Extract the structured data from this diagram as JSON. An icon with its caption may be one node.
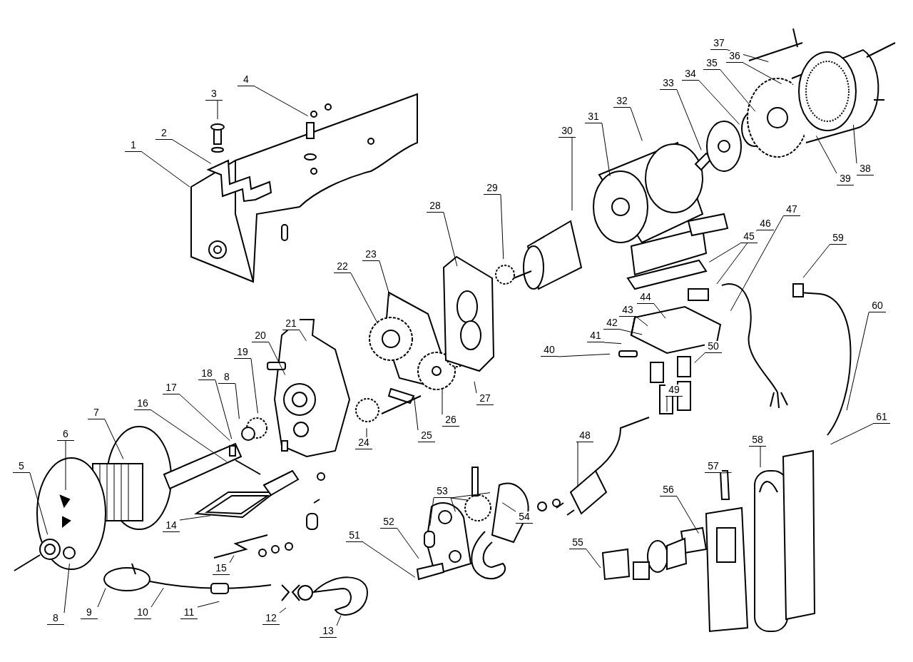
{
  "diagram": {
    "nodes": [
      {
        "text": [
          "1"
        ]
      },
      {
        "text": [
          "2"
        ]
      },
      {
        "text": [
          "3"
        ]
      },
      {
        "text": [
          "4"
        ]
      },
      {
        "text": [
          "5"
        ]
      },
      {
        "text": [
          "6"
        ]
      },
      {
        "text": [
          "7"
        ]
      },
      {
        "text": [
          "8"
        ]
      },
      {
        "text": [
          "8"
        ]
      },
      {
        "text": [
          "9"
        ]
      },
      {
        "text": [
          "10"
        ]
      },
      {
        "text": [
          "11"
        ]
      },
      {
        "text": [
          "12"
        ]
      },
      {
        "text": [
          "13"
        ]
      },
      {
        "text": [
          "14"
        ]
      },
      {
        "text": [
          "15"
        ]
      },
      {
        "text": [
          "16"
        ]
      },
      {
        "text": [
          "17"
        ]
      },
      {
        "text": [
          "18"
        ]
      },
      {
        "text": [
          "19"
        ]
      },
      {
        "text": [
          "20"
        ]
      },
      {
        "text": [
          "21"
        ]
      },
      {
        "text": [
          "22"
        ]
      },
      {
        "text": [
          "23"
        ]
      },
      {
        "text": [
          "24"
        ]
      },
      {
        "text": [
          "25"
        ]
      },
      {
        "text": [
          "26"
        ]
      },
      {
        "text": [
          "27"
        ]
      },
      {
        "text": [
          "28"
        ]
      },
      {
        "text": [
          "29"
        ]
      },
      {
        "text": [
          "30"
        ]
      },
      {
        "text": [
          "31"
        ]
      },
      {
        "text": [
          "32"
        ]
      },
      {
        "text": [
          "33"
        ]
      },
      {
        "text": [
          "34"
        ]
      },
      {
        "text": [
          "35"
        ]
      },
      {
        "text": [
          "36"
        ]
      },
      {
        "text": [
          "37"
        ]
      },
      {
        "text": [
          "38"
        ]
      },
      {
        "text": [
          "39"
        ]
      },
      {
        "text": [
          "40"
        ]
      },
      {
        "text": [
          "41"
        ]
      },
      {
        "text": [
          "42"
        ]
      },
      {
        "text": [
          "43"
        ]
      },
      {
        "text": [
          "44"
        ]
      },
      {
        "text": [
          "45"
        ]
      },
      {
        "text": [
          "46"
        ]
      },
      {
        "text": [
          "47"
        ]
      },
      {
        "text": [
          "48"
        ]
      },
      {
        "text": [
          "49"
        ]
      },
      {
        "text": [
          "50"
        ]
      },
      {
        "text": [
          "51"
        ]
      },
      {
        "text": [
          "52"
        ]
      },
      {
        "text": [
          "53"
        ]
      },
      {
        "text": [
          "54"
        ]
      },
      {
        "text": [
          "55"
        ]
      },
      {
        "text": [
          "56"
        ]
      },
      {
        "text": [
          "57"
        ]
      },
      {
        "text": [
          "58"
        ]
      },
      {
        "text": [
          "59"
        ]
      },
      {
        "text": [
          "60"
        ]
      },
      {
        "text": [
          "61"
        ]
      }
    ],
    "edges": [
      {
        "from": 0,
        "to": null,
        "arrow": "none"
      },
      {
        "from": 1,
        "to": null,
        "arrow": "none"
      },
      {
        "from": 2,
        "to": null,
        "arrow": "none"
      },
      {
        "from": 3,
        "to": null,
        "arrow": "none"
      },
      {
        "from": 4,
        "to": null,
        "arrow": "none"
      },
      {
        "from": 5,
        "to": null,
        "arrow": "none"
      },
      {
        "from": 6,
        "to": null,
        "arrow": "none"
      },
      {
        "from": 7,
        "to": null,
        "arrow": "none"
      },
      {
        "from": 8,
        "to": null,
        "arrow": "none"
      },
      {
        "from": 9,
        "to": null,
        "arrow": "none"
      },
      {
        "from": 10,
        "to": null,
        "arrow": "none"
      },
      {
        "from": 11,
        "to": null,
        "arrow": "none"
      },
      {
        "from": 12,
        "to": null,
        "arrow": "none"
      },
      {
        "from": 13,
        "to": null,
        "arrow": "none"
      },
      {
        "from": 14,
        "to": null,
        "arrow": "none"
      },
      {
        "from": 15,
        "to": null,
        "arrow": "none"
      },
      {
        "from": 16,
        "to": null,
        "arrow": "none"
      },
      {
        "from": 17,
        "to": null,
        "arrow": "none"
      },
      {
        "from": 18,
        "to": null,
        "arrow": "none"
      },
      {
        "from": 19,
        "to": null,
        "arrow": "none"
      },
      {
        "from": 20,
        "to": null,
        "arrow": "none"
      },
      {
        "from": 21,
        "to": null,
        "arrow": "none"
      },
      {
        "from": 22,
        "to": null,
        "arrow": "none"
      },
      {
        "from": 23,
        "to": null,
        "arrow": "none"
      },
      {
        "from": 24,
        "to": null,
        "arrow": "none"
      },
      {
        "from": 25,
        "to": null,
        "arrow": "none"
      },
      {
        "from": 26,
        "to": null,
        "arrow": "none"
      },
      {
        "from": 27,
        "to": null,
        "arrow": "none"
      },
      {
        "from": 28,
        "to": null,
        "arrow": "none"
      },
      {
        "from": 29,
        "to": null,
        "arrow": "none"
      },
      {
        "from": 30,
        "to": null,
        "arrow": "none"
      },
      {
        "from": 31,
        "to": null,
        "arrow": "none"
      },
      {
        "from": 32,
        "to": null,
        "arrow": "none"
      },
      {
        "from": 33,
        "to": null,
        "arrow": "none"
      },
      {
        "from": 34,
        "to": null,
        "arrow": "none"
      },
      {
        "from": 35,
        "to": null,
        "arrow": "none"
      },
      {
        "from": 36,
        "to": null,
        "arrow": "none"
      },
      {
        "from": 37,
        "to": null,
        "arrow": "none"
      },
      {
        "from": 38,
        "to": null,
        "arrow": "none"
      },
      {
        "from": 39,
        "to": null,
        "arrow": "none"
      },
      {
        "from": 40,
        "to": null,
        "arrow": "none"
      },
      {
        "from": 41,
        "to": null,
        "arrow": "none"
      },
      {
        "from": 42,
        "to": null,
        "arrow": "none"
      },
      {
        "from": 43,
        "to": null,
        "arrow": "none"
      },
      {
        "from": 44,
        "to": null,
        "arrow": "none"
      },
      {
        "from": 45,
        "to": null,
        "arrow": "none"
      },
      {
        "from": 46,
        "to": null,
        "arrow": "none"
      },
      {
        "from": 47,
        "to": null,
        "arrow": "none"
      },
      {
        "from": 48,
        "to": null,
        "arrow": "none"
      },
      {
        "from": 49,
        "to": null,
        "arrow": "none"
      },
      {
        "from": 50,
        "to": null,
        "arrow": "none"
      },
      {
        "from": 51,
        "to": null,
        "arrow": "none"
      },
      {
        "from": 52,
        "to": null,
        "arrow": "none"
      },
      {
        "from": 53,
        "to": null,
        "arrow": "none"
      },
      {
        "from": 53,
        "to": null,
        "arrow": "none"
      },
      {
        "from": 53,
        "to": null,
        "arrow": "none"
      },
      {
        "from": 53,
        "to": null,
        "arrow": "none"
      },
      {
        "from": 54,
        "to": null,
        "arrow": "none"
      },
      {
        "from": 55,
        "to": null,
        "arrow": "none"
      },
      {
        "from": 56,
        "to": null,
        "arrow": "none"
      },
      {
        "from": 57,
        "to": null,
        "arrow": "none"
      },
      {
        "from": 58,
        "to": null,
        "arrow": "none"
      },
      {
        "from": 59,
        "to": null,
        "arrow": "none"
      },
      {
        "from": 60,
        "to": null,
        "arrow": "none"
      },
      {
        "from": 61,
        "to": null,
        "arrow": "none"
      }
    ]
  }
}
